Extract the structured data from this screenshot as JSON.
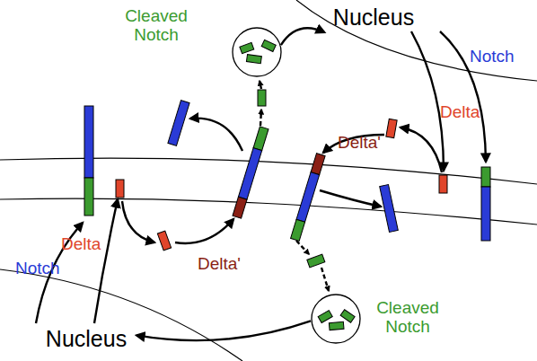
{
  "diagram": {
    "nodes": [
      {
        "text": [
          "Cleaved Notch"
        ]
      },
      {
        "text": [
          "Nucleus"
        ]
      },
      {
        "text": [
          "Cleaved Notch"
        ]
      },
      {
        "text": [
          "Nucleus"
        ]
      }
    ],
    "edges": [
      {
        "from": 0,
        "to": 1,
        "arrow": "to"
      },
      {
        "from": 2,
        "to": 3,
        "arrow": "to"
      }
    ],
    "labels": [
      "Notch",
      "Delta",
      "Delta'",
      "Delta",
      "Notch",
      "Delta'"
    ]
  }
}
